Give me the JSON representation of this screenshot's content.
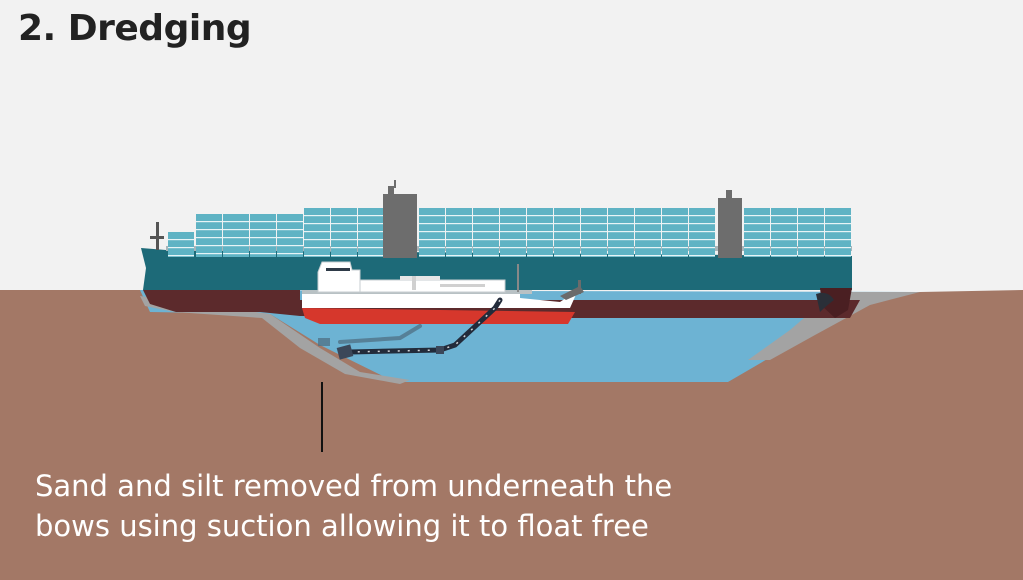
{
  "heading": {
    "title": "2. Dredging"
  },
  "caption": {
    "line1": "Sand and silt removed from underneath the",
    "line2": "bows using suction allowing it to float free"
  },
  "colors": {
    "sky": "#f2f2f2",
    "ground": "#a37866",
    "water": "#6db3d3",
    "sediment": "#a3a3a3",
    "container": "#5fb3c4",
    "hull_upper": "#1d6a78",
    "hull_lower": "#5c2a2c",
    "tower": "#6d6d6d",
    "dredger_red": "#d6372c",
    "dredger_white": "#ffffff",
    "pipe": "#222b3a",
    "text_dark": "#222222",
    "text_light": "#ffffff"
  }
}
